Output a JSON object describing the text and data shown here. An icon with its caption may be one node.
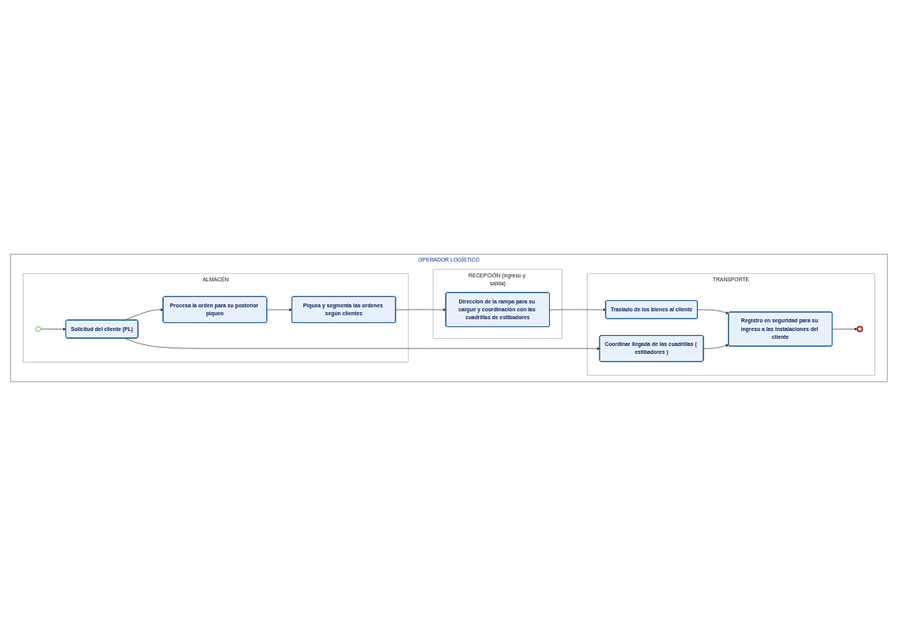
{
  "diagram": {
    "nodes": [
      {
        "text": [
          "OPERADOR LOGÍSTICO"
        ]
      },
      {
        "text": [
          "ALMACÉN"
        ],
        "in": 0
      },
      {
        "text": [
          "RECEPCIÓN (ingreso y salida)"
        ],
        "in": 0
      },
      {
        "text": [
          "TRANSPORTE"
        ],
        "in": 0
      },
      {
        "text": [],
        "shape": "circle",
        "in": 1
      },
      {
        "text": [
          "Solicitud del cliente (PL)"
        ],
        "in": 1
      },
      {
        "text": [
          "Procesa la orden para su posterior piqueo"
        ],
        "in": 1
      },
      {
        "text": [
          "Piquea y segmenta las ordenes según clientes"
        ],
        "in": 1
      },
      {
        "text": [
          "Direccion de la rampa para su cargue y coordinación con las cuadrillas de estibadores"
        ],
        "in": 2
      },
      {
        "text": [
          "Traslado de los bienes al cliente"
        ],
        "in": 3
      },
      {
        "text": [
          "Coordinar llegada de las cuadrillas ( estibadores )"
        ],
        "in": 3
      },
      {
        "text": [
          "Registro en seguridad para su ingreso a las instalaciones del cliente"
        ],
        "in": 3
      },
      {
        "text": [],
        "shape": "circle",
        "in": 3
      }
    ],
    "edges": [
      {
        "from": 4,
        "to": 5,
        "arrow": "to"
      },
      {
        "from": 5,
        "to": 6,
        "arrow": "to"
      },
      {
        "from": 6,
        "to": 7,
        "arrow": "to"
      },
      {
        "from": 7,
        "to": 8,
        "arrow": "to"
      },
      {
        "from": 5,
        "to": 10,
        "arrow": "to"
      },
      {
        "from": 8,
        "to": 9,
        "arrow": "to"
      },
      {
        "from": 9,
        "to": 11,
        "arrow": "to"
      },
      {
        "from": 10,
        "to": 11,
        "arrow": "to"
      },
      {
        "from": 11,
        "to": 12,
        "arrow": "to"
      }
    ]
  }
}
